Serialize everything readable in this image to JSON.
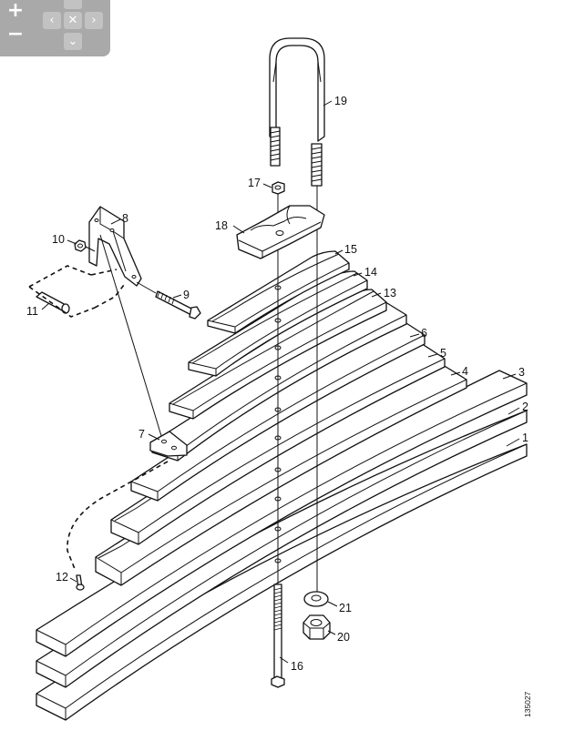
{
  "controls": {
    "zoom_in_glyph": "+",
    "zoom_out_glyph": "−",
    "pan_up_glyph": "⌃",
    "pan_left_glyph": "‹",
    "reset_glyph": "✕",
    "pan_right_glyph": "›",
    "pan_down_glyph": "⌄",
    "icons": [
      "zoom-in-icon",
      "zoom-out-icon",
      "pan-up-icon",
      "pan-left-icon",
      "reset-view-icon",
      "pan-right-icon",
      "pan-down-icon"
    ]
  },
  "callouts": {
    "c1": "1",
    "c2": "2",
    "c3": "3",
    "c4": "4",
    "c5": "5",
    "c6": "6",
    "c7": "7",
    "c8": "8",
    "c9": "9",
    "c10": "10",
    "c11": "11",
    "c12": "12",
    "c13": "13",
    "c14": "14",
    "c15": "15",
    "c16": "16",
    "c17": "17",
    "c18": "18",
    "c19": "19",
    "c20": "20",
    "c21": "21"
  },
  "document_number": "135027"
}
